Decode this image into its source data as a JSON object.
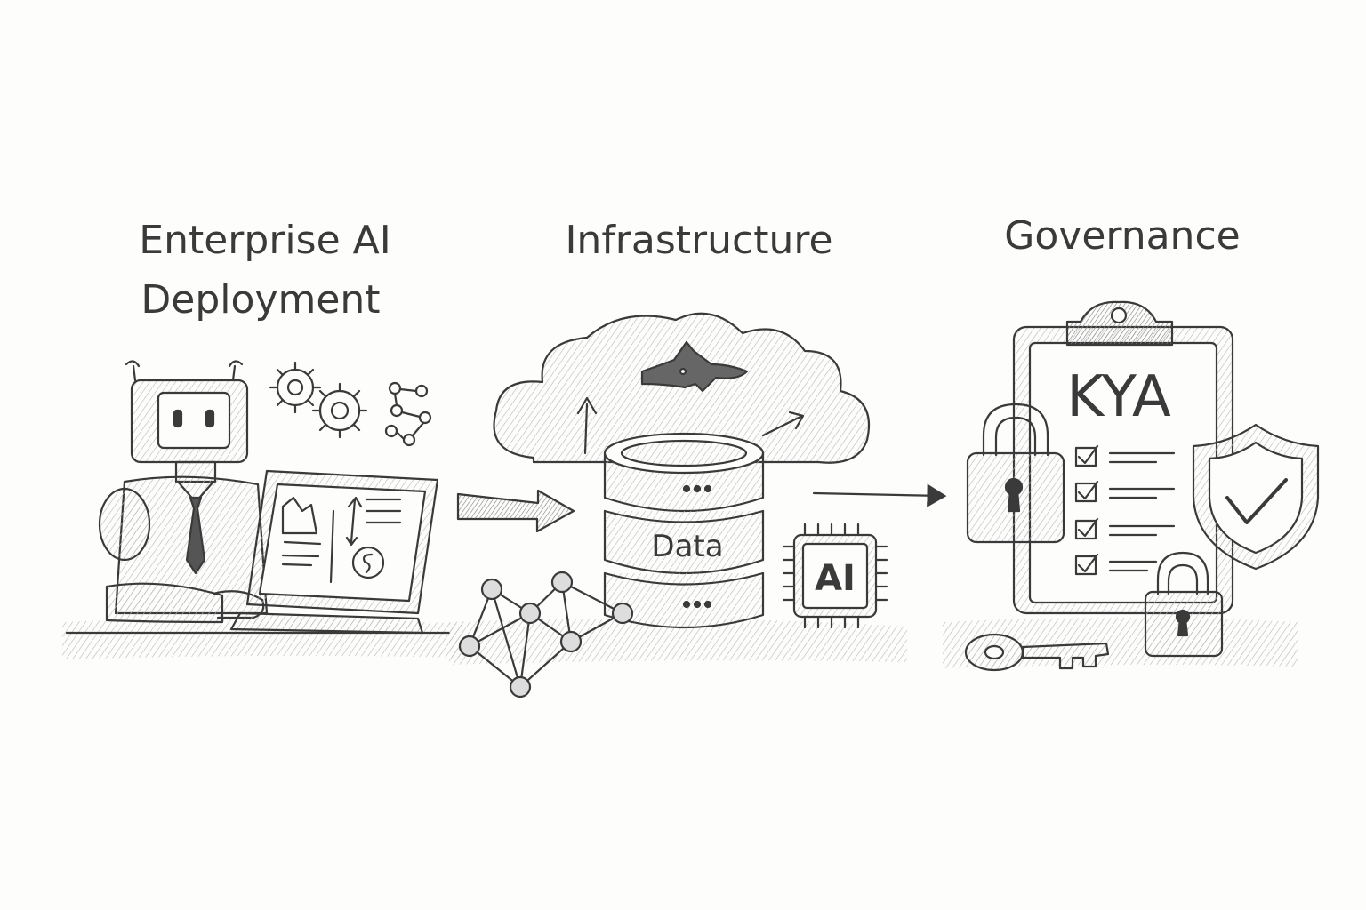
{
  "sections": {
    "deployment": {
      "title_line1": "Enterprise AI",
      "title_line2": "Deployment"
    },
    "infrastructure": {
      "title": "Infrastructure",
      "db_label": "Data",
      "chip_label": "AI"
    },
    "governance": {
      "title": "Governance",
      "clipboard_label": "KYA"
    }
  },
  "icons": {
    "deployment": [
      "robot-icon",
      "laptop-icon",
      "gear-icon",
      "network-icon",
      "tie-icon"
    ],
    "infrastructure": [
      "cloud-icon",
      "database-icon",
      "ai-chip-icon",
      "graph-network-icon"
    ],
    "governance": [
      "clipboard-icon",
      "padlock-icon",
      "shield-check-icon",
      "key-icon",
      "checkbox-icon"
    ]
  },
  "colors": {
    "ink": "#3a3a3a",
    "shade": "#9a9a9a",
    "paper": "#fdfdfc"
  }
}
